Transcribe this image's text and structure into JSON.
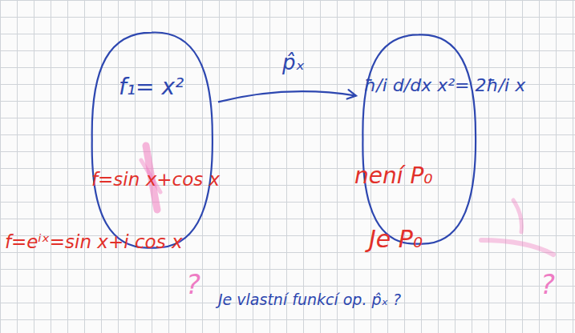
{
  "diagram": {
    "nodes": [
      {
        "text": [
          "f₁= x²",
          "f=sin x+cos x",
          "f=eⁱˣ=sin x+i cos x"
        ]
      },
      {
        "text": [
          "ħ/i d/dx x²= 2ħ/i x",
          "není P₀",
          "Je P₀"
        ]
      }
    ],
    "edges": [
      {
        "from": 0,
        "to": 1,
        "arrow": "to",
        "label": "p̂ₓ"
      }
    ],
    "labels": [
      "Je vlastní funkcí op. p̂ₓ ?",
      "?",
      "?"
    ]
  }
}
